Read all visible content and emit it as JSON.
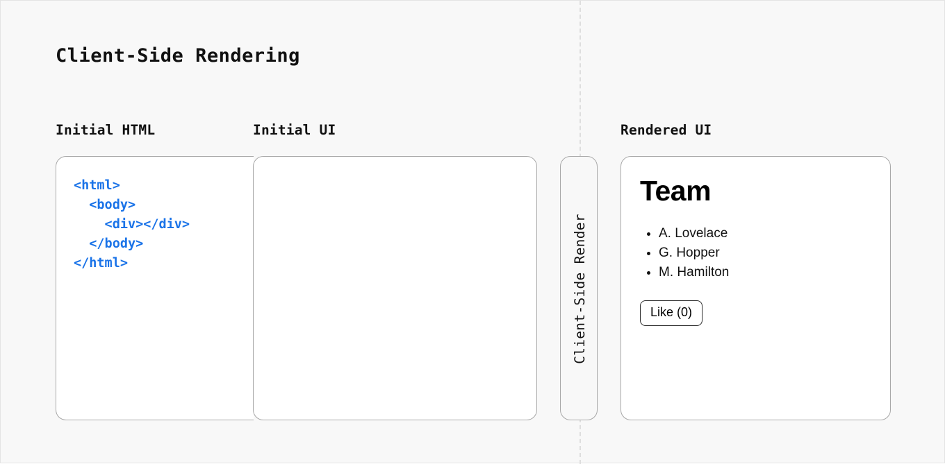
{
  "diagram": {
    "title": "Client-Side Rendering",
    "columns": {
      "initial_html_label": "Initial HTML",
      "initial_ui_label": "Initial UI",
      "rendered_ui_label": "Rendered UI"
    },
    "code_panel": {
      "language": "html",
      "code": "<html>\n  <body>\n    <div></div>\n  </body>\n</html>",
      "code_color": "#1a73e8"
    },
    "initial_ui_panel": {
      "content": ""
    },
    "connector": {
      "label": "Client-Side Render",
      "orientation": "vertical-bottom-to-top"
    },
    "rendered_ui_panel": {
      "heading": "Team",
      "list_items": [
        "A. Lovelace",
        "G. Hopper",
        "M. Hamilton"
      ],
      "button_label": "Like (0)",
      "like_count": 0
    },
    "colors": {
      "page_background": "#f8f8f8",
      "panel_background": "#ffffff",
      "panel_border": "#a8a8a8",
      "divider": "#dedede",
      "text": "#111111",
      "code_blue": "#1a73e8",
      "button_border": "#2b2b2b"
    }
  }
}
